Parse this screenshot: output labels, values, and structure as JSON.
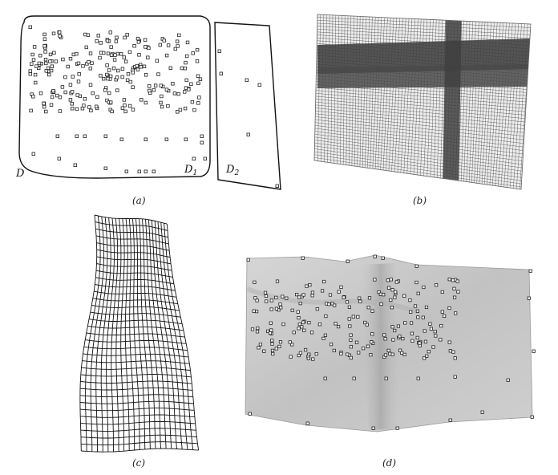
{
  "figure": {
    "panels": [
      {
        "id": "a",
        "caption": "(a)"
      },
      {
        "id": "b",
        "caption": "(b)"
      },
      {
        "id": "c",
        "caption": "(c)"
      },
      {
        "id": "d",
        "caption": "(d)"
      }
    ],
    "domain_labels": {
      "d": "D",
      "d1": "D",
      "d1_sub": "1",
      "d2": "D",
      "d2_sub": "2"
    }
  },
  "colors": {
    "ink": "#111111",
    "mesh": "#555555",
    "mesh_dark": "#3d3d3d",
    "surface": "#c8c8c8"
  }
}
